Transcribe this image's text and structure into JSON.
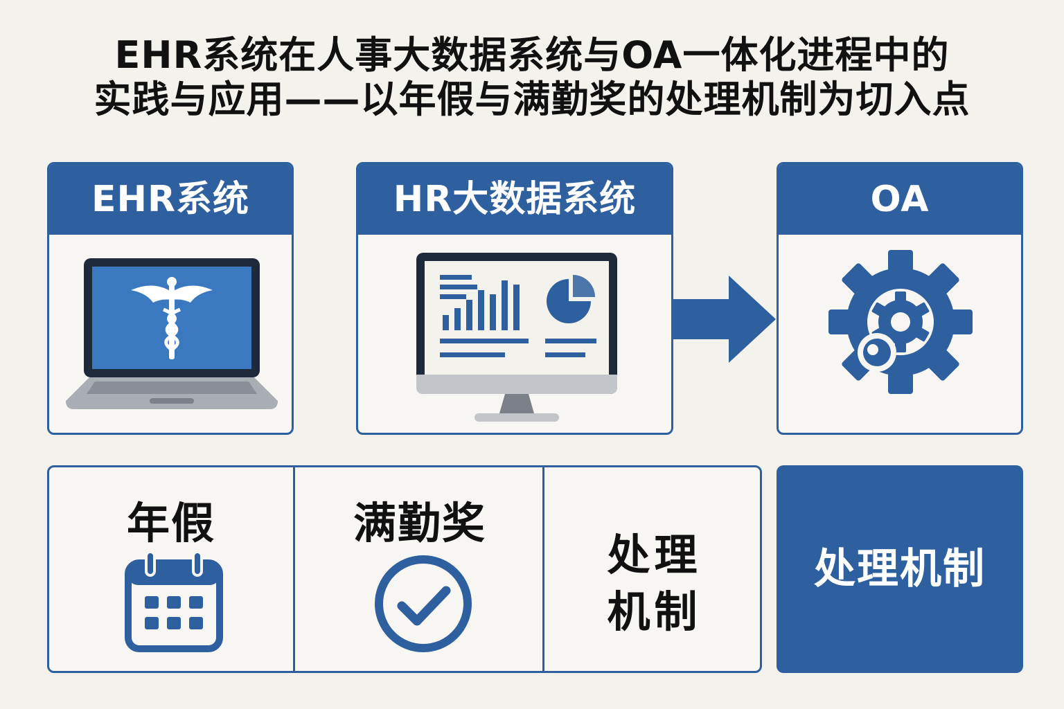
{
  "title": {
    "line1": "EHR系统在人事大数据系统与OA一体化进程中的",
    "line2": "实践与应用——以年假与满勤奖的处理机制为切入点"
  },
  "panels": [
    {
      "label": "EHR系统",
      "icon": "laptop-caduceus-icon"
    },
    {
      "label": "HR大数据系统",
      "icon": "monitor-chart-icon"
    },
    {
      "label": "OA",
      "icon": "gear-icon"
    }
  ],
  "bottom": {
    "annual_leave": {
      "label": "年假",
      "icon": "calendar-icon"
    },
    "attendance_bonus": {
      "label": "满勤奖",
      "icon": "check-circle-icon"
    },
    "mechanism": {
      "line1": "处理",
      "line2": "机制"
    },
    "mechanism_box": "处理机制"
  },
  "colors": {
    "accent": "#2e5f9e",
    "background": "#f4f2ec",
    "screen": "#3a78c0"
  }
}
